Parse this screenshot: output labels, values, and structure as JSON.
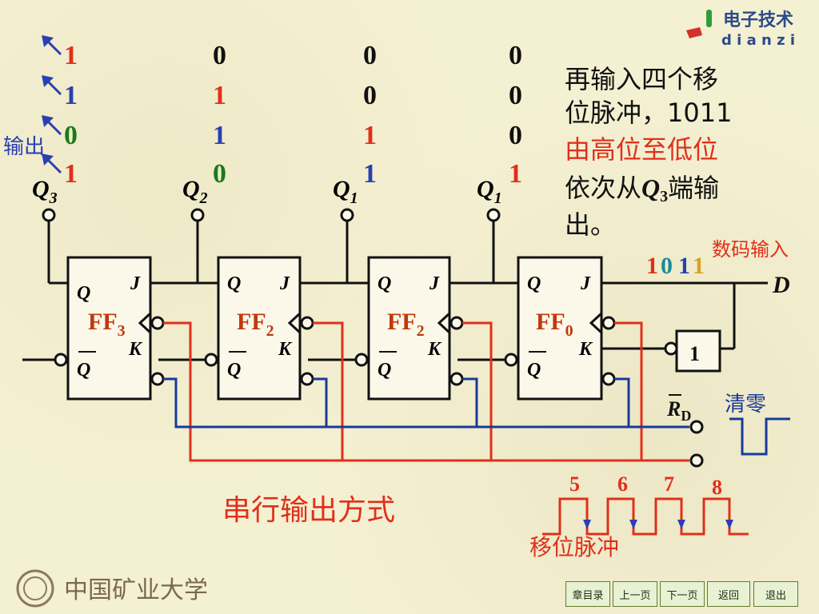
{
  "logo": {
    "title": "电子技术",
    "subtitle": "d i a n z i"
  },
  "output_table": {
    "rows": [
      [
        "1",
        "0",
        "0",
        "0"
      ],
      [
        "1",
        "1",
        "0",
        "0"
      ],
      [
        "0",
        "1",
        "1",
        "0"
      ],
      [
        "1",
        "0",
        "1",
        "1"
      ]
    ]
  },
  "output_label": "输出",
  "description": {
    "line1": "再输入四个移",
    "line2": "位脉冲，1011",
    "line3": "由高位至低位",
    "line4_a": "依次从",
    "line4_q": "Q",
    "line4_sub": "3",
    "line4_b": "端输",
    "line5": "出。"
  },
  "q_labels": [
    {
      "letter": "Q",
      "sub": "3"
    },
    {
      "letter": "Q",
      "sub": "2"
    },
    {
      "letter": "Q",
      "sub": "1"
    },
    {
      "letter": "Q",
      "sub": "1"
    }
  ],
  "flipflops": [
    {
      "name": "FF",
      "sub": "3"
    },
    {
      "name": "FF",
      "sub": "2"
    },
    {
      "name": "FF",
      "sub": "2"
    },
    {
      "name": "FF",
      "sub": "0"
    }
  ],
  "pins": {
    "q": "Q",
    "qbar": "Q",
    "j": "J",
    "k": "K"
  },
  "input": {
    "label": "数码输入",
    "digits": [
      "1",
      "0",
      "1",
      "1"
    ],
    "d_label": "D",
    "inverter": "1"
  },
  "clear": {
    "r": "R",
    "sub": "D",
    "label": "清零"
  },
  "pulses": {
    "numbers": [
      "5",
      "6",
      "7",
      "8"
    ],
    "label": "移位脉冲"
  },
  "title": "串行输出方式",
  "university": "中国矿业大学",
  "nav": {
    "chapter": "章目录",
    "prev": "上一页",
    "next": "下一页",
    "back": "返回",
    "exit": "退出"
  }
}
